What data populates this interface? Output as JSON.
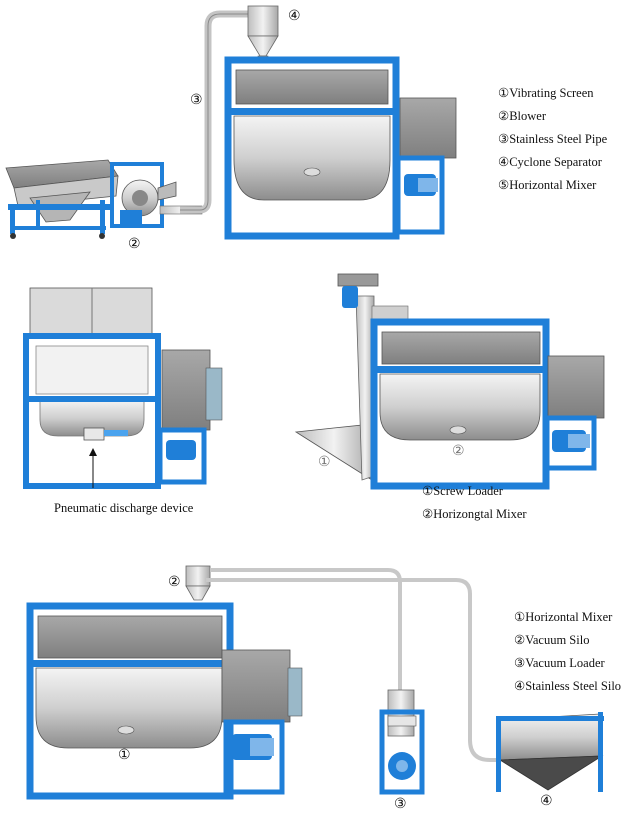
{
  "panel1": {
    "legend": [
      "①Vibrating Screen",
      "②Blower",
      "③Stainless Steel Pipe",
      "④Cyclone Separator",
      "⑤Horizontal Mixer"
    ],
    "markers": [
      "②",
      "③",
      "④"
    ]
  },
  "panel2": {
    "caption": "Pneumatic discharge device"
  },
  "panel3": {
    "legend": [
      "①Screw Loader",
      "②Horizongtal Mixer"
    ],
    "markers": [
      "①",
      "②"
    ]
  },
  "panel4": {
    "legend": [
      "①Horizontal Mixer",
      "②Vacuum Silo",
      "③Vacuum Loader",
      "④Stainless Steel Silo"
    ],
    "markers": [
      "①",
      "②",
      "③",
      "④"
    ]
  },
  "colors": {
    "frame_blue": "#1f7fd8",
    "tank_grey": "#9a9a9a",
    "motor_box": "#8c8c8c",
    "steel_light": "#e4e4e4"
  }
}
